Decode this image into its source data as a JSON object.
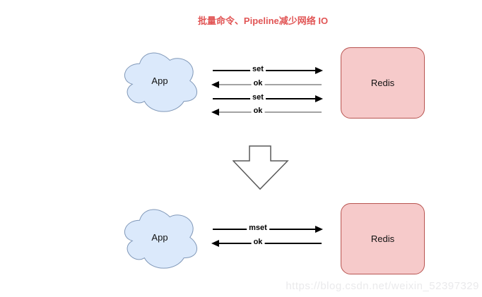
{
  "title": "批量命令、Pipeline减少网络 IO",
  "colors": {
    "title": "#e15555",
    "cloud_fill": "#dbe9fb",
    "cloud_stroke": "#8098b8",
    "redis_fill": "#f6caca",
    "redis_stroke": "#b85450",
    "arrow_black": "#000000",
    "arrow_gray": "#a3a3a3",
    "watermark": "#eaeaec"
  },
  "top_section": {
    "app_label": "App",
    "redis_label": "Redis",
    "messages": [
      {
        "label": "set",
        "direction": "right",
        "color": "black"
      },
      {
        "label": "ok",
        "direction": "left",
        "color": "gray"
      },
      {
        "label": "set",
        "direction": "right",
        "color": "black"
      },
      {
        "label": "ok",
        "direction": "left",
        "color": "gray"
      }
    ]
  },
  "bottom_section": {
    "app_label": "App",
    "redis_label": "Redis",
    "messages": [
      {
        "label": "mset",
        "direction": "right",
        "color": "black"
      },
      {
        "label": "ok",
        "direction": "left",
        "color": "black"
      }
    ]
  },
  "watermark": "https://blog.csdn.net/weixin_52397329"
}
